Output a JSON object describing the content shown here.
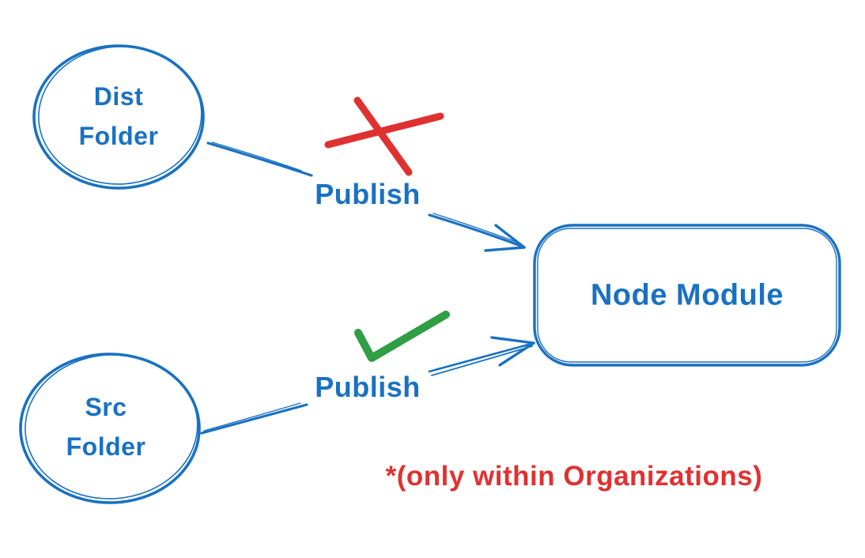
{
  "diagram": {
    "background": "#ffffff",
    "colors": {
      "stroke_blue": "#1971c2",
      "cross_red": "#e03131",
      "check_green": "#2f9e44",
      "note_red": "#e03131"
    },
    "nodes": {
      "dist_folder": {
        "shape": "ellipse",
        "line1": "Dist",
        "line2": "Folder"
      },
      "src_folder": {
        "shape": "ellipse",
        "line1": "Src",
        "line2": "Folder"
      },
      "node_module": {
        "shape": "rounded-rectangle",
        "label": "Node Module"
      }
    },
    "edges": {
      "dist_to_module": {
        "label": "Publish",
        "status": "not-allowed",
        "marker": "red-x"
      },
      "src_to_module": {
        "label": "Publish",
        "status": "allowed",
        "marker": "green-check"
      }
    },
    "note": {
      "text": "*(only within Organizations)"
    }
  }
}
